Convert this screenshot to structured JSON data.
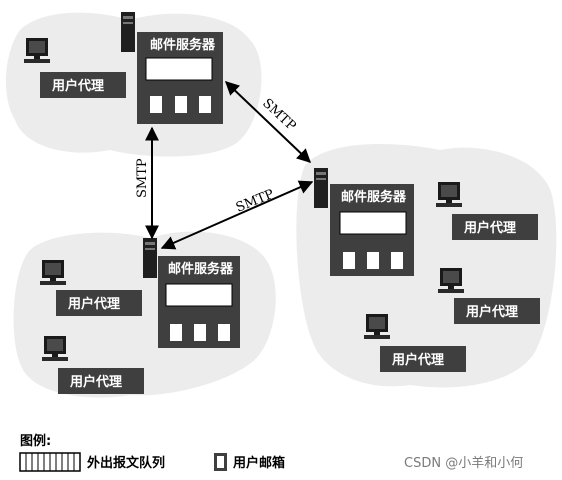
{
  "servers": [
    {
      "label": "邮件服务器"
    },
    {
      "label": "邮件服务器"
    },
    {
      "label": "邮件服务器"
    }
  ],
  "user_agents": [
    {
      "label": "用户代理"
    },
    {
      "label": "用户代理"
    },
    {
      "label": "用户代理"
    },
    {
      "label": "用户代理"
    },
    {
      "label": "用户代理"
    },
    {
      "label": "用户代理"
    }
  ],
  "links": [
    {
      "label": "SMTP"
    },
    {
      "label": "SMTP"
    },
    {
      "label": "SMTP"
    }
  ],
  "legend": {
    "title": "图例:",
    "queue_label": "外出报文队列",
    "mailbox_label": "用户邮箱"
  },
  "watermark": "CSDN @小羊和小何",
  "colors": {
    "box": "#3f3f3f",
    "cloud": "#ececec",
    "queue": "#ffffff"
  }
}
